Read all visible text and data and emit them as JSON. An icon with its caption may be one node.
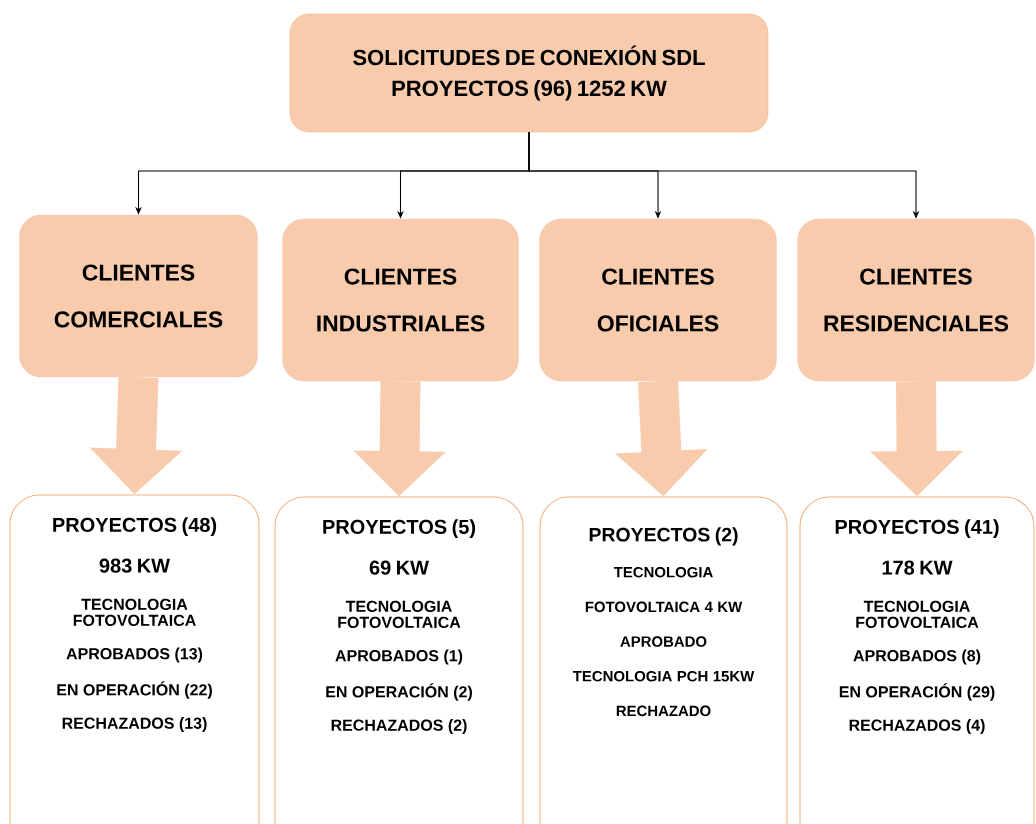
{
  "diagram": {
    "nodes": [
      {
        "text": [
          "SOLICITUDES DE CONEXIÓN SDL",
          "PROYECTOS (96) 1252 KW"
        ]
      },
      {
        "text": [
          "CLIENTES",
          "COMERCIALES"
        ]
      },
      {
        "text": [
          "CLIENTES",
          "INDUSTRIALES"
        ]
      },
      {
        "text": [
          "CLIENTES",
          "OFICIALES"
        ]
      },
      {
        "text": [
          "CLIENTES",
          "RESIDENCIALES"
        ]
      },
      {
        "text": [
          "PROYECTOS (48)",
          "983 KW",
          "TECNOLOGIA FOTOVOLTAICA",
          "APROBADOS (13)",
          "EN OPERACIÓN (22)",
          "RECHAZADOS (13)"
        ]
      },
      {
        "text": [
          "PROYECTOS (5)",
          "69 KW",
          "TECNOLOGIA FOTOVOLTAICA",
          "APROBADOS (1)",
          "EN OPERACIÓN (2)",
          "RECHAZADOS (2)"
        ]
      },
      {
        "text": [
          "PROYECTOS (2)",
          "TECNOLOGIA",
          "FOTOVOLTAICA 4 KW",
          "APROBADO",
          "TECNOLOGIA PCH 15KW",
          "RECHAZADO"
        ]
      },
      {
        "text": [
          "PROYECTOS (41)",
          "178 KW",
          "TECNOLOGIA FOTOVOLTAICA",
          "APROBADOS (8)",
          "EN OPERACIÓN (29)",
          "RECHAZADOS (4)"
        ]
      }
    ],
    "edges": [
      {
        "from": 0,
        "to": 1,
        "arrow": "to"
      },
      {
        "from": 0,
        "to": 2,
        "arrow": "to"
      },
      {
        "from": 0,
        "to": 3,
        "arrow": "to"
      },
      {
        "from": 0,
        "to": 4,
        "arrow": "to"
      },
      {
        "from": 1,
        "to": 5,
        "arrow": "to",
        "style": "thick",
        "color": "#f8cbad"
      },
      {
        "from": 2,
        "to": 6,
        "arrow": "to",
        "style": "thick",
        "color": "#f8cbad"
      },
      {
        "from": 3,
        "to": 7,
        "arrow": "to",
        "style": "thick",
        "color": "#f8cbad"
      },
      {
        "from": 4,
        "to": 8,
        "arrow": "to",
        "style": "thick",
        "color": "#f8cbad"
      }
    ]
  }
}
